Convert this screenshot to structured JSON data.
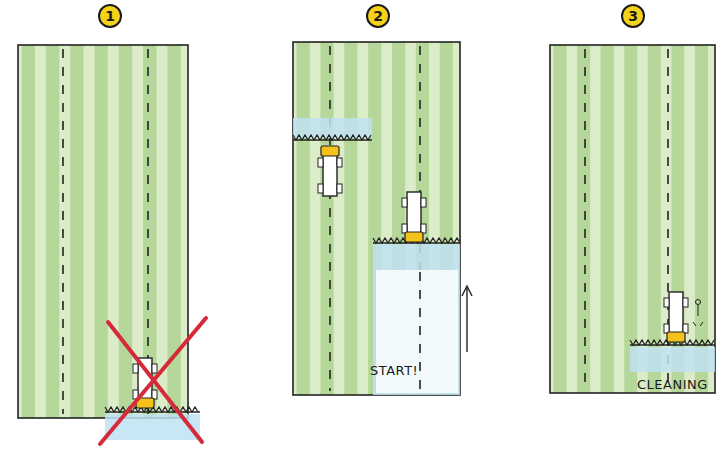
{
  "diagram": {
    "nodes": [
      {
        "text": [
          "1"
        ]
      },
      {
        "text": [
          "2"
        ]
      },
      {
        "text": [
          "3"
        ]
      }
    ],
    "labels": [
      "START!",
      "CLEANING"
    ]
  }
}
